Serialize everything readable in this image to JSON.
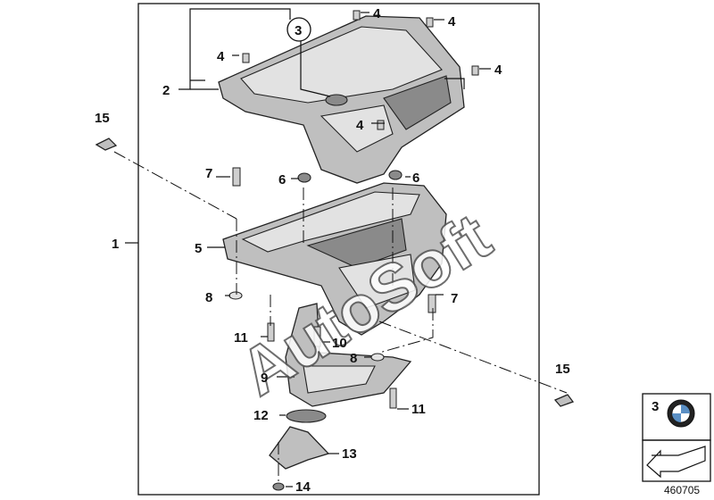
{
  "callouts": {
    "c1": "1",
    "c2": "2",
    "c3": "3",
    "c4a": "4",
    "c4b": "4",
    "c4c": "4",
    "c4d": "4",
    "c4e": "4",
    "c5": "5",
    "c6a": "6",
    "c6b": "6",
    "c7a": "7",
    "c7b": "7",
    "c8a": "8",
    "c8b": "8",
    "c9": "9",
    "c10": "10",
    "c11a": "11",
    "c11b": "11",
    "c12": "12",
    "c13": "13",
    "c14": "14",
    "c15a": "15",
    "c15b": "15"
  },
  "watermark": "AutoSoft",
  "inset": {
    "brand_number": "3",
    "diagram_number": "460705"
  }
}
